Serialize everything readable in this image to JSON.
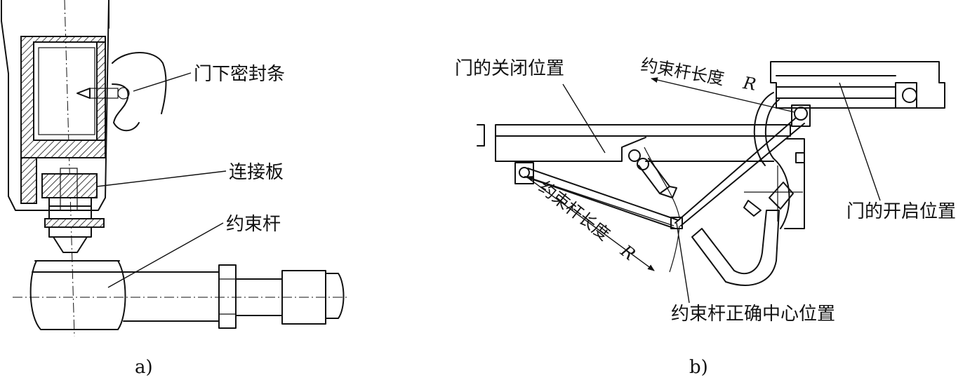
{
  "figure_a": {
    "caption": "a)",
    "labels": {
      "door_bottom_seal": "门下密封条",
      "connecting_plate": "连接板",
      "restraint_rod": "约束杆"
    }
  },
  "figure_b": {
    "caption": "b)",
    "labels": {
      "door_closed_position": "门的关闭位置",
      "rod_length_top": "约束杆长度",
      "rod_length_top_symbol": "R",
      "rod_length_bottom": "约束杆长度",
      "rod_length_bottom_symbol": "R",
      "door_open_position": "门的开启位置",
      "rod_correct_center": "约束杆正确中心位置"
    }
  }
}
